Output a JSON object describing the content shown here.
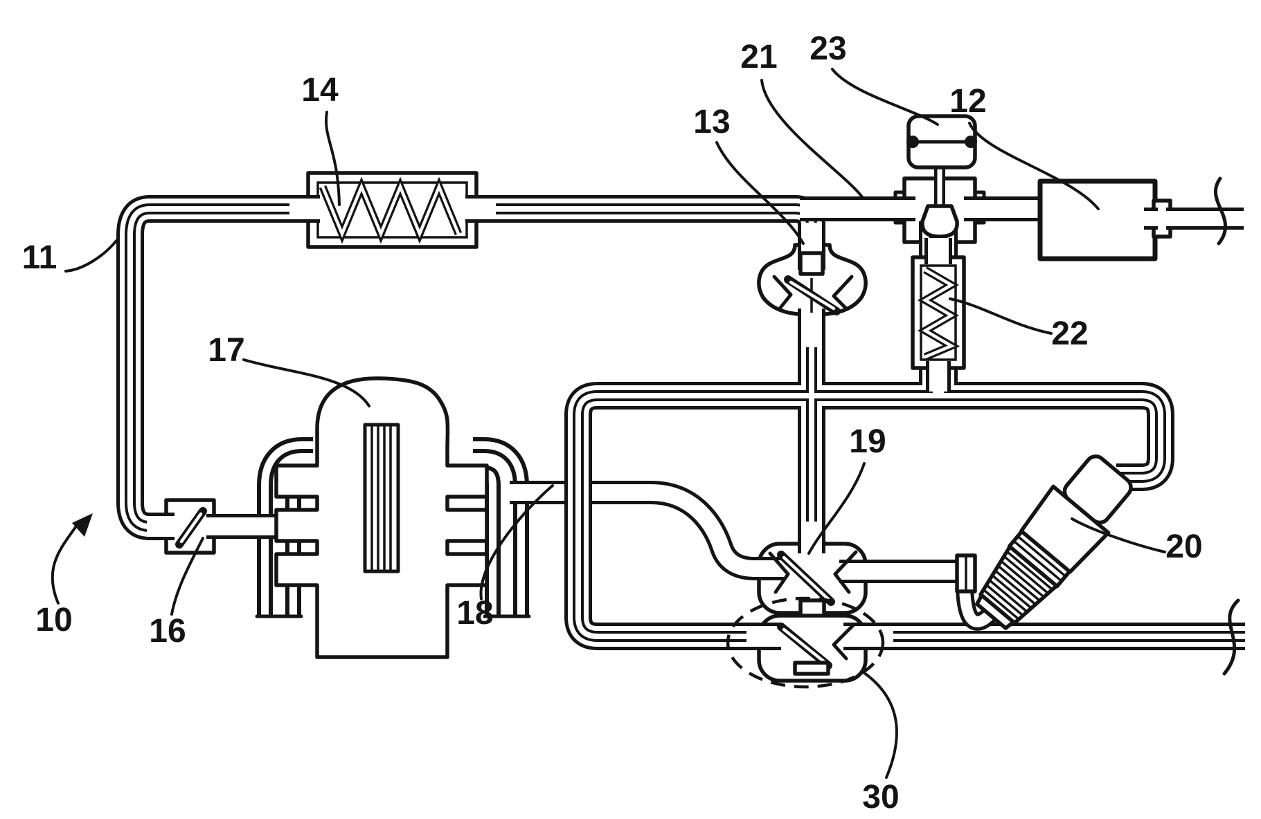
{
  "figure": {
    "type": "patent-line-drawing",
    "description": "Engine exhaust-gas recirculation system schematic",
    "background": "#ffffff",
    "line_color": "#141414",
    "reference_labels": {
      "l10": {
        "text": "10"
      },
      "l11": {
        "text": "11"
      },
      "l12": {
        "text": "12"
      },
      "l13": {
        "text": "13"
      },
      "l14": {
        "text": "14"
      },
      "l16": {
        "text": "16"
      },
      "l17": {
        "text": "17"
      },
      "l18": {
        "text": "18"
      },
      "l19": {
        "text": "19"
      },
      "l20": {
        "text": "20"
      },
      "l21": {
        "text": "21"
      },
      "l22": {
        "text": "22"
      },
      "l23": {
        "text": "23"
      },
      "l30": {
        "text": "30"
      }
    },
    "components": [
      {
        "ref": "10",
        "name": "system-arrow"
      },
      {
        "ref": "11",
        "name": "intake-line"
      },
      {
        "ref": "12",
        "name": "silencer-box"
      },
      {
        "ref": "13",
        "name": "control-valve"
      },
      {
        "ref": "14",
        "name": "heat-exchanger"
      },
      {
        "ref": "16",
        "name": "throttle-valve"
      },
      {
        "ref": "17",
        "name": "engine"
      },
      {
        "ref": "18",
        "name": "exhaust-line"
      },
      {
        "ref": "19",
        "name": "egr-valve-upper"
      },
      {
        "ref": "20",
        "name": "turbocharger"
      },
      {
        "ref": "21",
        "name": "bypass-line"
      },
      {
        "ref": "22",
        "name": "heat-exchanger-vertical"
      },
      {
        "ref": "23",
        "name": "diaphragm-actuator"
      },
      {
        "ref": "30",
        "name": "egr-valve-circled"
      }
    ]
  }
}
